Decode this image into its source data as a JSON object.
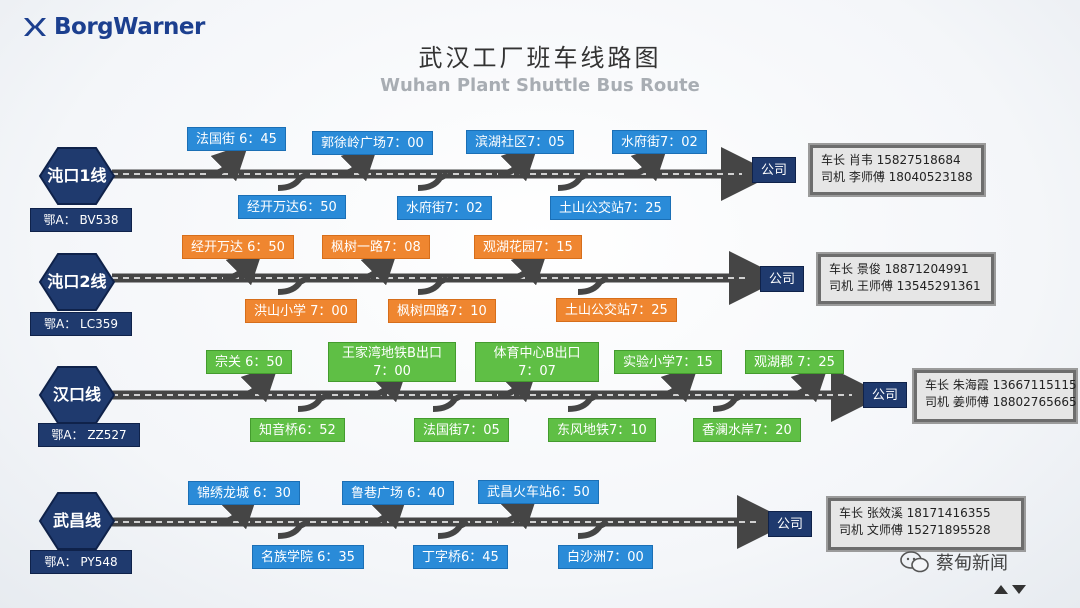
{
  "brand": {
    "logo_text": "BorgWarner",
    "color": "#1c3f8f"
  },
  "title": {
    "zh": "武汉工厂班车线路图",
    "en": "Wuhan Plant Shuttle Bus Route"
  },
  "routes": [
    {
      "name": "沌口1线",
      "plate": "鄂A： BV538",
      "dest": "公司",
      "stops_top": [
        "法国街 6：45",
        "郭徐岭广场7：00",
        "滨湖社区7：05",
        "水府街7：02"
      ],
      "stops_bottom": [
        "经开万达6：50",
        "水府街7：02",
        "土山公交站7：25"
      ],
      "info": [
        "车长 肖韦     15827518684",
        "司机 李师傅   18040523188"
      ]
    },
    {
      "name": "沌口2线",
      "plate": "鄂A： LC359",
      "dest": "公司",
      "stops_top": [
        "经开万达 6：50",
        "枫树一路7：08",
        "观湖花园7：15"
      ],
      "stops_bottom": [
        "洪山小学 7：00",
        "枫树四路7：10",
        "土山公交站7：25"
      ],
      "info": [
        "车长 景俊      18871204991",
        "司机 王师傅   13545291361"
      ]
    },
    {
      "name": "汉口线",
      "plate": "鄂A： ZZ527",
      "dest": "公司",
      "stops_top": [
        "宗关 6：50",
        "王家湾地铁B出口 7：00",
        "体育中心B出口 7：07",
        "实验小学7：15",
        "观湖郡 7：25"
      ],
      "stops_bottom": [
        "知音桥6：52",
        "法国街7：05",
        "东风地铁7：10",
        "香澜水岸7：20"
      ],
      "info": [
        "车长 朱海霞  13667115115",
        "司机 姜师傅  18802765665"
      ]
    },
    {
      "name": "武昌线",
      "plate": "鄂A： PY548",
      "dest": "公司",
      "stops_top": [
        "锦绣龙城 6：30",
        "鲁巷广场 6：40",
        "武昌火车站6：50"
      ],
      "stops_bottom": [
        "名族学院 6：35",
        "丁字桥6：45",
        "白沙洲7：00"
      ],
      "info": [
        "车长 张效溪  18171416355",
        "司机 文师傅  15271895528"
      ]
    }
  ],
  "watermark": "蔡甸新闻",
  "colors": {
    "blue": "#2a8bd8",
    "orange": "#ef8630",
    "green": "#5fbf45",
    "navy": "#1f3a6e",
    "road": "#454545"
  }
}
